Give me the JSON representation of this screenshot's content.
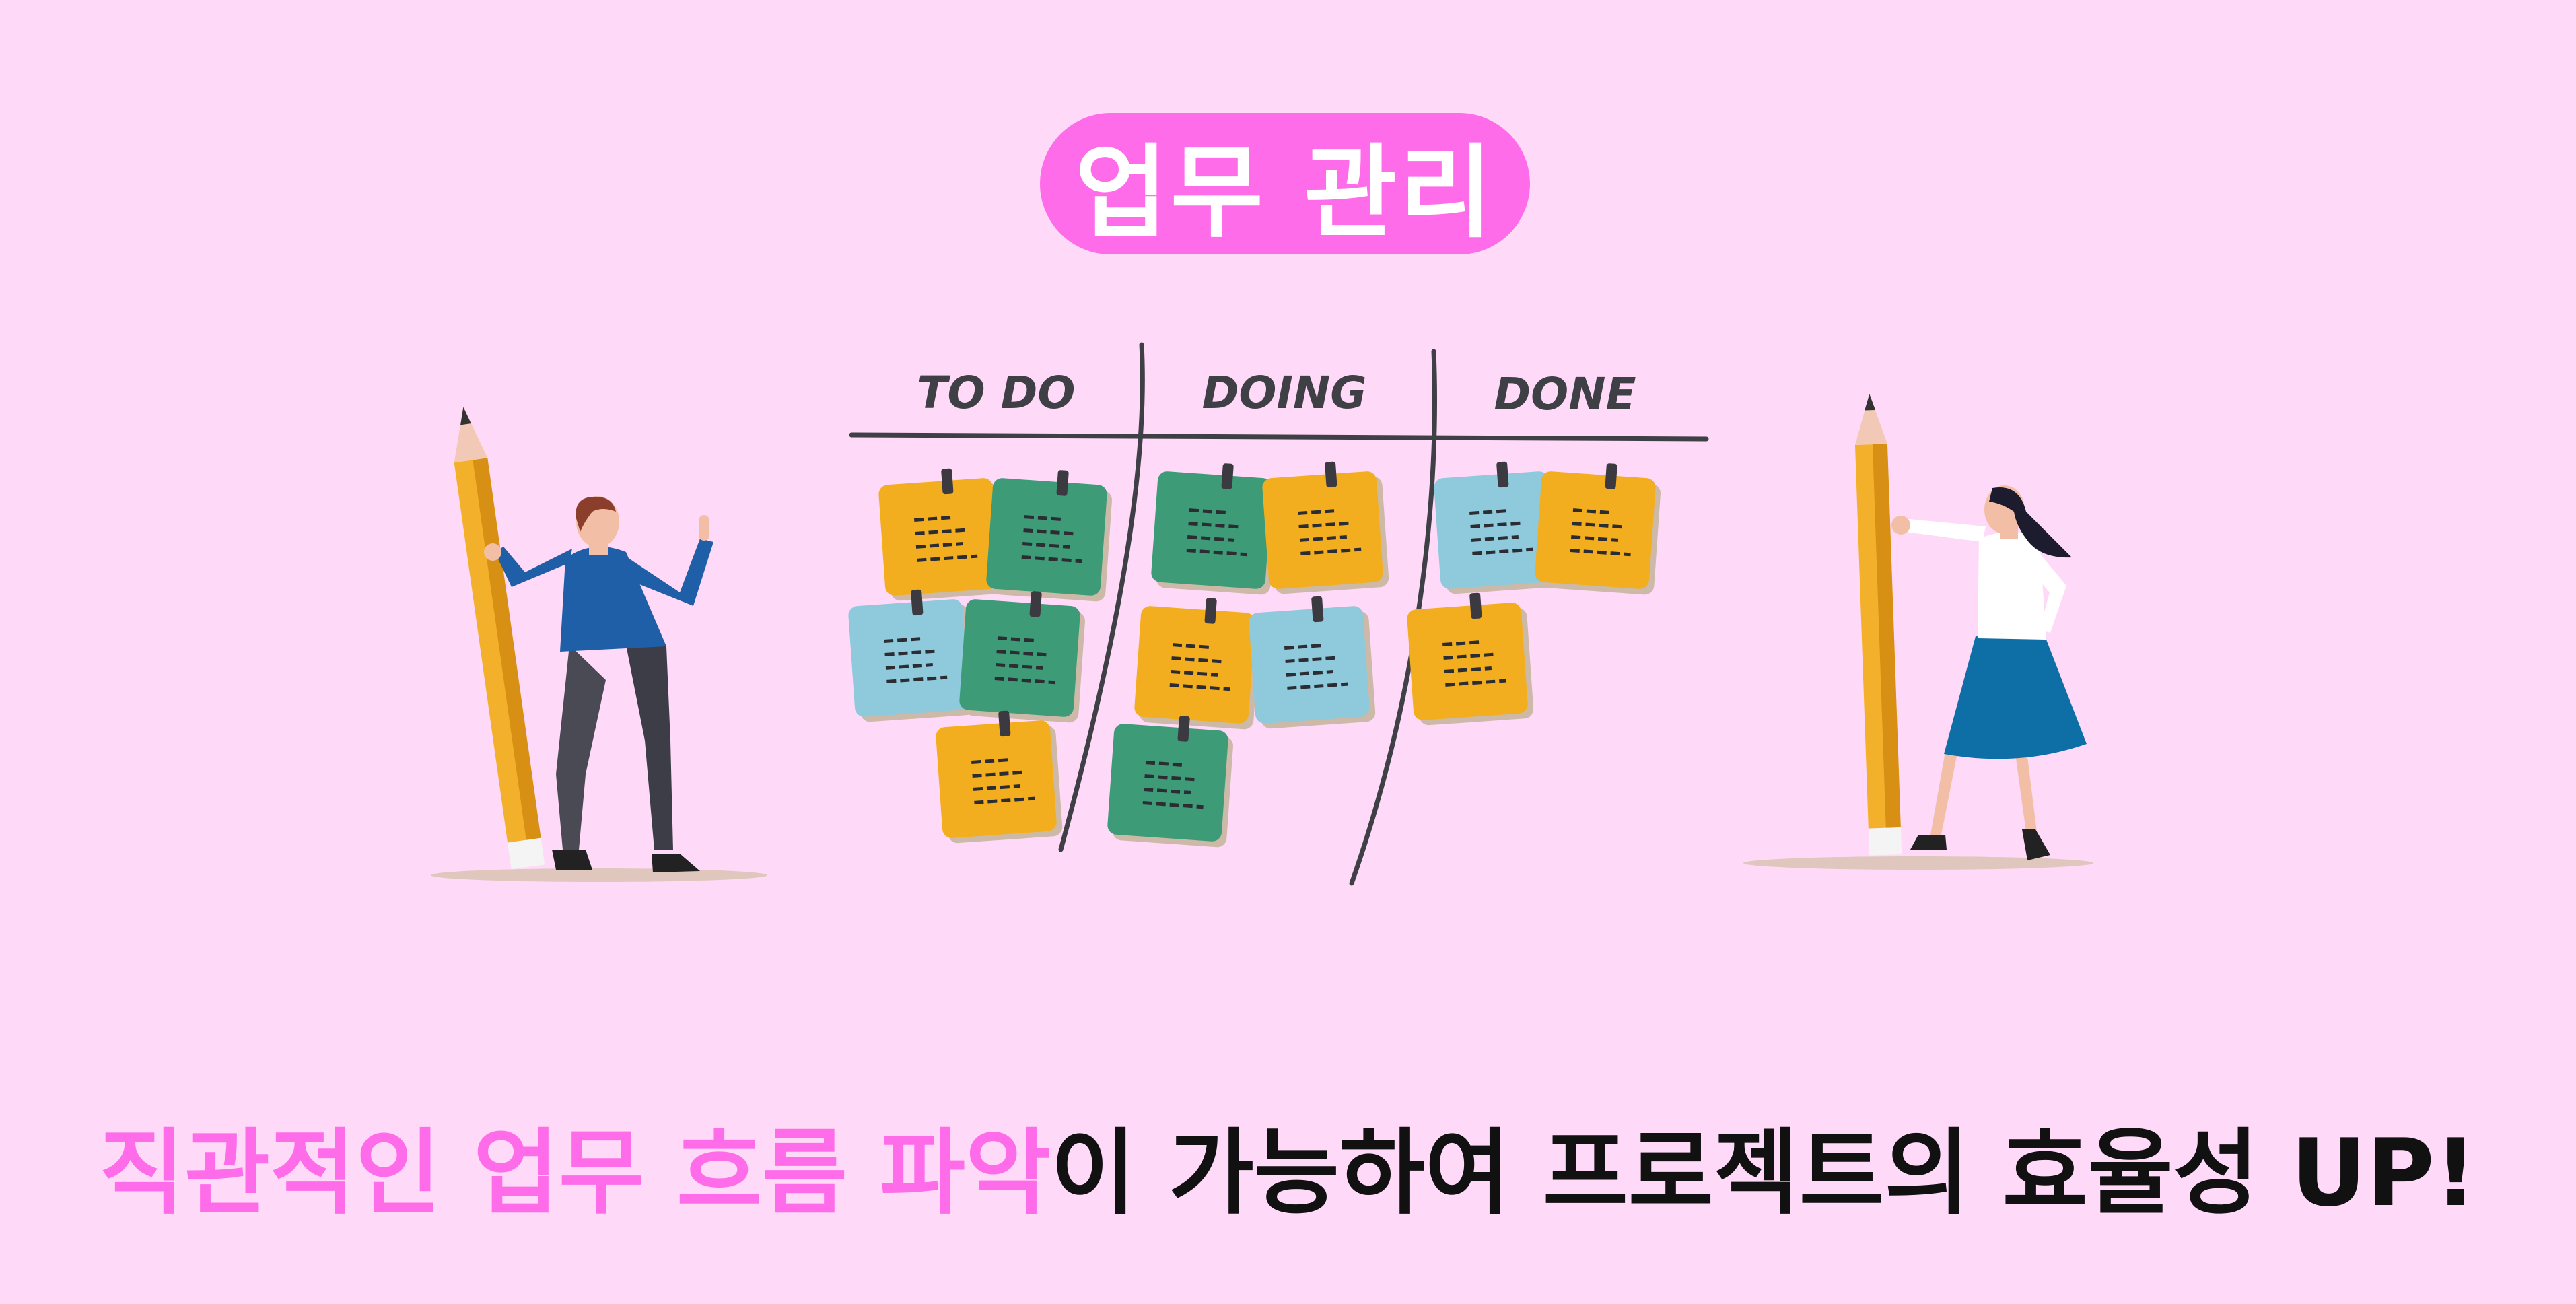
{
  "title": "업무 관리",
  "board": {
    "columns": [
      "TO DO",
      "DOING",
      "DONE"
    ]
  },
  "tagline": {
    "highlight": "직관적인 업무 흐름 파악",
    "rest": "이 가능하여 프로젝트의 효율성 UP!"
  },
  "colors": {
    "background": "#FFD9F8",
    "accent": "#FF6CE9",
    "text": "#111111",
    "board_line": "#3F3F46",
    "note_yellow": "#F3AE1F",
    "note_green": "#3D9B78",
    "note_blue": "#8ECADB",
    "pin": "#3A3A40",
    "pencil": "#F3B02A",
    "man_shirt": "#1E5FA8",
    "man_pants": "#4A4A55",
    "woman_skirt": "#0E6FA7"
  },
  "illustration": {
    "left_figure": "man-with-pencil",
    "right_figure": "woman-with-pencil",
    "notes": [
      {
        "column": 0,
        "color": "yellow"
      },
      {
        "column": 0,
        "color": "green"
      },
      {
        "column": 0,
        "color": "blue"
      },
      {
        "column": 0,
        "color": "green"
      },
      {
        "column": 0,
        "color": "yellow"
      },
      {
        "column": 1,
        "color": "green"
      },
      {
        "column": 1,
        "color": "yellow"
      },
      {
        "column": 1,
        "color": "yellow"
      },
      {
        "column": 1,
        "color": "blue"
      },
      {
        "column": 1,
        "color": "green"
      },
      {
        "column": 2,
        "color": "blue"
      },
      {
        "column": 2,
        "color": "yellow"
      },
      {
        "column": 2,
        "color": "yellow"
      }
    ]
  }
}
